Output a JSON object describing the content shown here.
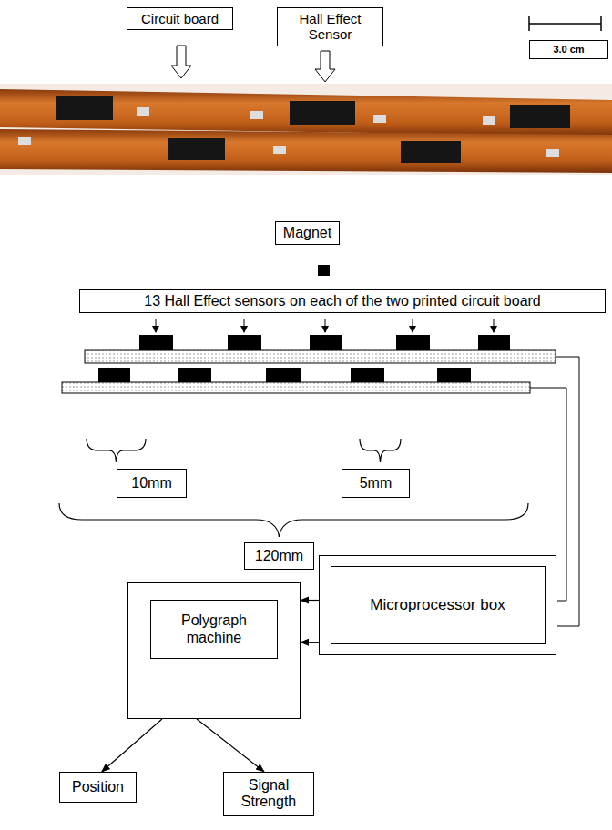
{
  "diagram": {
    "nodes": [
      {
        "text": [
          "Circuit board"
        ]
      },
      {
        "text": [
          "Hall Effect Sensor"
        ]
      },
      {
        "text": [
          "3.0 cm"
        ]
      },
      {
        "text": [
          "Magnet"
        ]
      },
      {
        "text": [
          "13 Hall Effect sensors on each of the two printed circuit board"
        ]
      },
      {
        "text": [
          "10mm"
        ]
      },
      {
        "text": [
          "5mm"
        ]
      },
      {
        "text": [
          "120mm"
        ]
      },
      {
        "text": [
          "Polygraph machine"
        ]
      },
      {
        "text": [
          "Microprocessor box"
        ]
      },
      {
        "text": [
          "Position"
        ]
      },
      {
        "text": [
          "Signal Strength"
        ]
      }
    ],
    "edges": [
      {
        "from": 9,
        "to": 8,
        "arrow": "to"
      },
      {
        "from": 9,
        "to": 8,
        "arrow": "to"
      },
      {
        "from": 8,
        "to": 10,
        "arrow": "to"
      },
      {
        "from": 8,
        "to": 11,
        "arrow": "to"
      }
    ]
  }
}
